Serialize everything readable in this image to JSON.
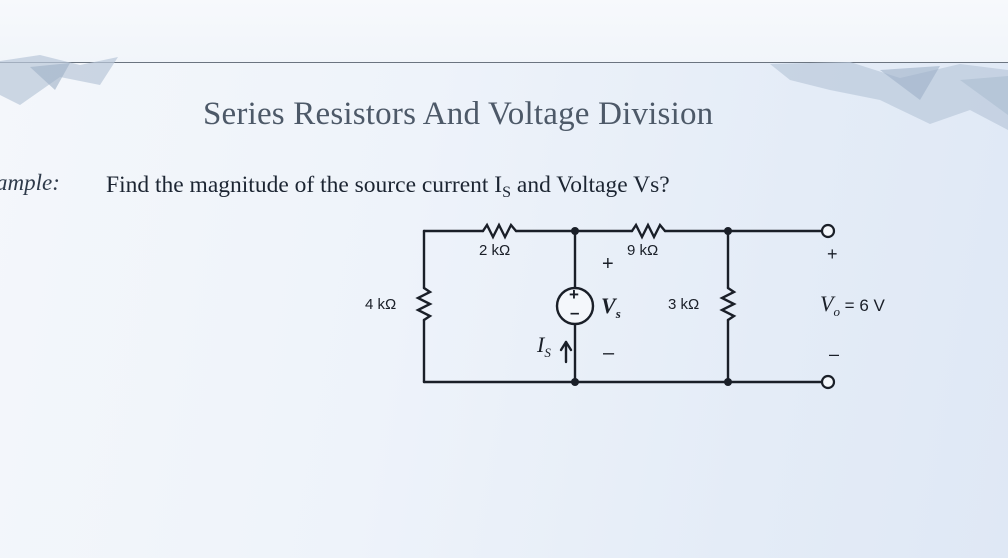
{
  "page": {
    "title": "Series Resistors And Voltage Division",
    "example_label": "ample:",
    "question_pre": "Find the magnitude of the source current I",
    "question_sub": "S",
    "question_post": " and Voltage Vs?"
  },
  "circuit": {
    "r1_label": "2 kΩ",
    "r2_label": "9 kΩ",
    "r3_label": "4 kΩ",
    "r4_label": "3 kΩ",
    "vs_symbol": "V",
    "vs_sub": "s",
    "is_symbol": "I",
    "is_sub": "S",
    "vo_symbol": "V",
    "vo_sub": "o",
    "vo_value": " = 6 V",
    "plus": "+",
    "minus": "–",
    "source_plus": "+",
    "source_minus": "–"
  },
  "colors": {
    "ink": "#1a1f28",
    "title": "#4d5968",
    "background": "#eef3fa"
  }
}
